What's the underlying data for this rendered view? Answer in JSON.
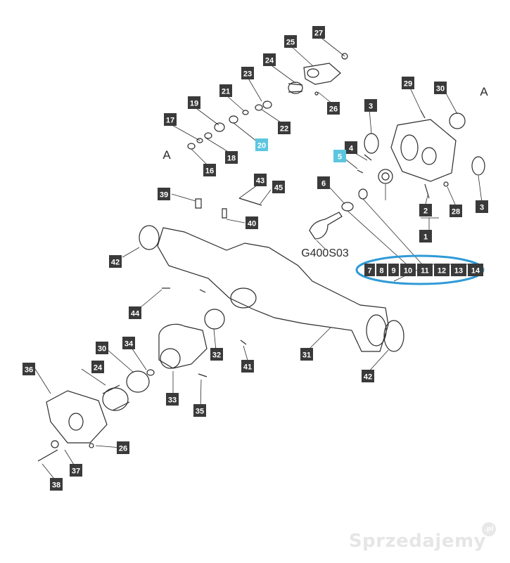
{
  "diagram": {
    "code": "G400S03",
    "colors": {
      "line": "#2b2b2b",
      "label_bg": "#3a3a3a",
      "label_text": "#ffffff",
      "highlight_bg": "#5cc6e0",
      "highlight_ring": "#2e9ad6"
    },
    "section_marks": [
      "A",
      "A"
    ],
    "callouts": [
      "1",
      "2",
      "3",
      "3",
      "4",
      "5",
      "6",
      "16",
      "17",
      "18",
      "19",
      "20",
      "21",
      "22",
      "23",
      "24",
      "24",
      "25",
      "26",
      "26",
      "27",
      "28",
      "29",
      "30",
      "30",
      "31",
      "32",
      "33",
      "34",
      "35",
      "36",
      "37",
      "38",
      "39",
      "40",
      "41",
      "42",
      "42",
      "43",
      "44",
      "45"
    ],
    "highlighted_callouts": [
      "5",
      "20"
    ],
    "highlighted_group": [
      "7",
      "8",
      "9",
      "10",
      "11",
      "12",
      "13",
      "14"
    ]
  },
  "watermark": {
    "text": "Sprzedajemy",
    "badge": ".pl"
  }
}
